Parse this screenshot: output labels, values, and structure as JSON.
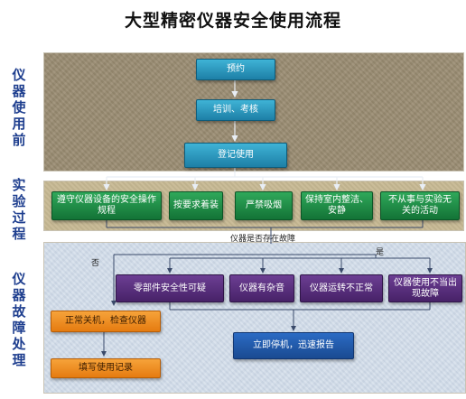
{
  "title": "大型精密仪器安全使用流程",
  "sections": {
    "before": [
      "仪",
      "器",
      "使",
      "用",
      "前"
    ],
    "during": [
      "实",
      "验",
      "过",
      "程"
    ],
    "fault": [
      "仪",
      "器",
      "故",
      "障",
      "处",
      "理"
    ]
  },
  "steps": {
    "reserve": "预约",
    "training": "培训、考核",
    "register": "登记使用"
  },
  "rules": [
    "遵守仪器设备的安全操作规程",
    "按要求着装",
    "严禁吸烟",
    "保持室内整洁、安静",
    "不从事与实验无关的活动"
  ],
  "decision": {
    "question": "仪器是否存在故障",
    "no": "否",
    "yes": "是"
  },
  "faults": [
    "零部件安全性可疑",
    "仪器有杂音",
    "仪器运转不正常",
    "仪器使用不当出现故障"
  ],
  "actions": {
    "shutdown_check": "正常关机，检查仪器",
    "record": "填写使用记录",
    "stop_report": "立即停机，迅速报告"
  },
  "colors": {
    "section_label": "#1f3f8f",
    "step_box": "#2a9cc4",
    "rule_box": "#1f8e47",
    "fault_box": "#5a2f80",
    "report_box": "#1f5aab",
    "action_box": "#f08f22"
  }
}
